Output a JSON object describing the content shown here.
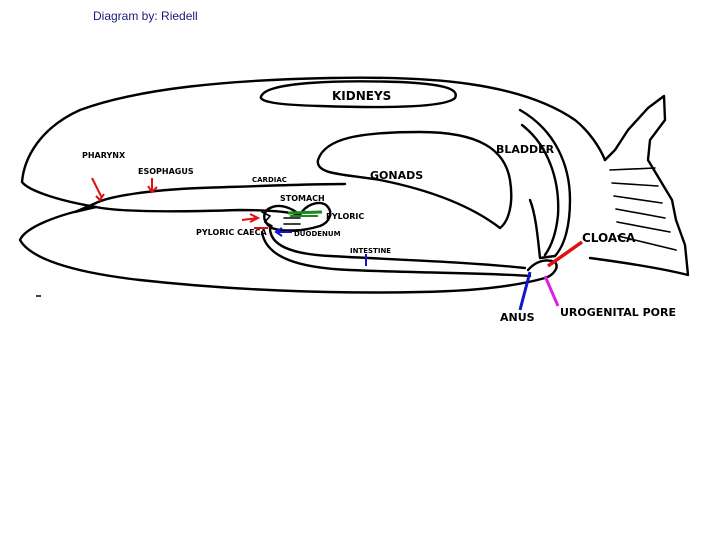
{
  "credit": "Diagram by: Riedell",
  "labels": {
    "kidneys": "KIDNEYS",
    "pharynx": "PHARYNX",
    "esophagus": "ESOPHAGUS",
    "cardiac": "CARDIAC",
    "gonads": "GONADS",
    "bladder": "BLADDER",
    "stomach": "STOMACH",
    "pyloric": "PYLORIC",
    "pyloric_caeca": "PYLORIC CAECA",
    "duodenum": "DUODENUM",
    "intestine": "INTESTINE",
    "cloaca": "CLOACA",
    "anus": "ANUS",
    "urogenital_pore": "UROGENITAL PORE"
  },
  "colors": {
    "outline": "#000000",
    "red_marker": "#e01010",
    "green_marker": "#1a8a1a",
    "blue_marker": "#1414c8",
    "magenta_marker": "#e020e0"
  }
}
